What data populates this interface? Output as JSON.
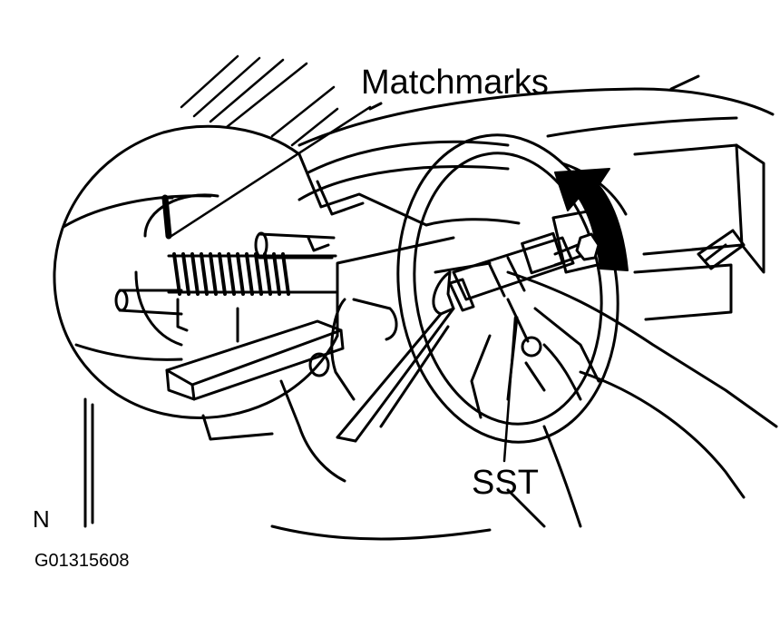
{
  "labels": {
    "matchmarks": "Matchmarks",
    "sst": "SST",
    "orientation": "N",
    "figure_id": "G01315608"
  },
  "colors": {
    "ink": "#000000",
    "paper": "#ffffff"
  }
}
